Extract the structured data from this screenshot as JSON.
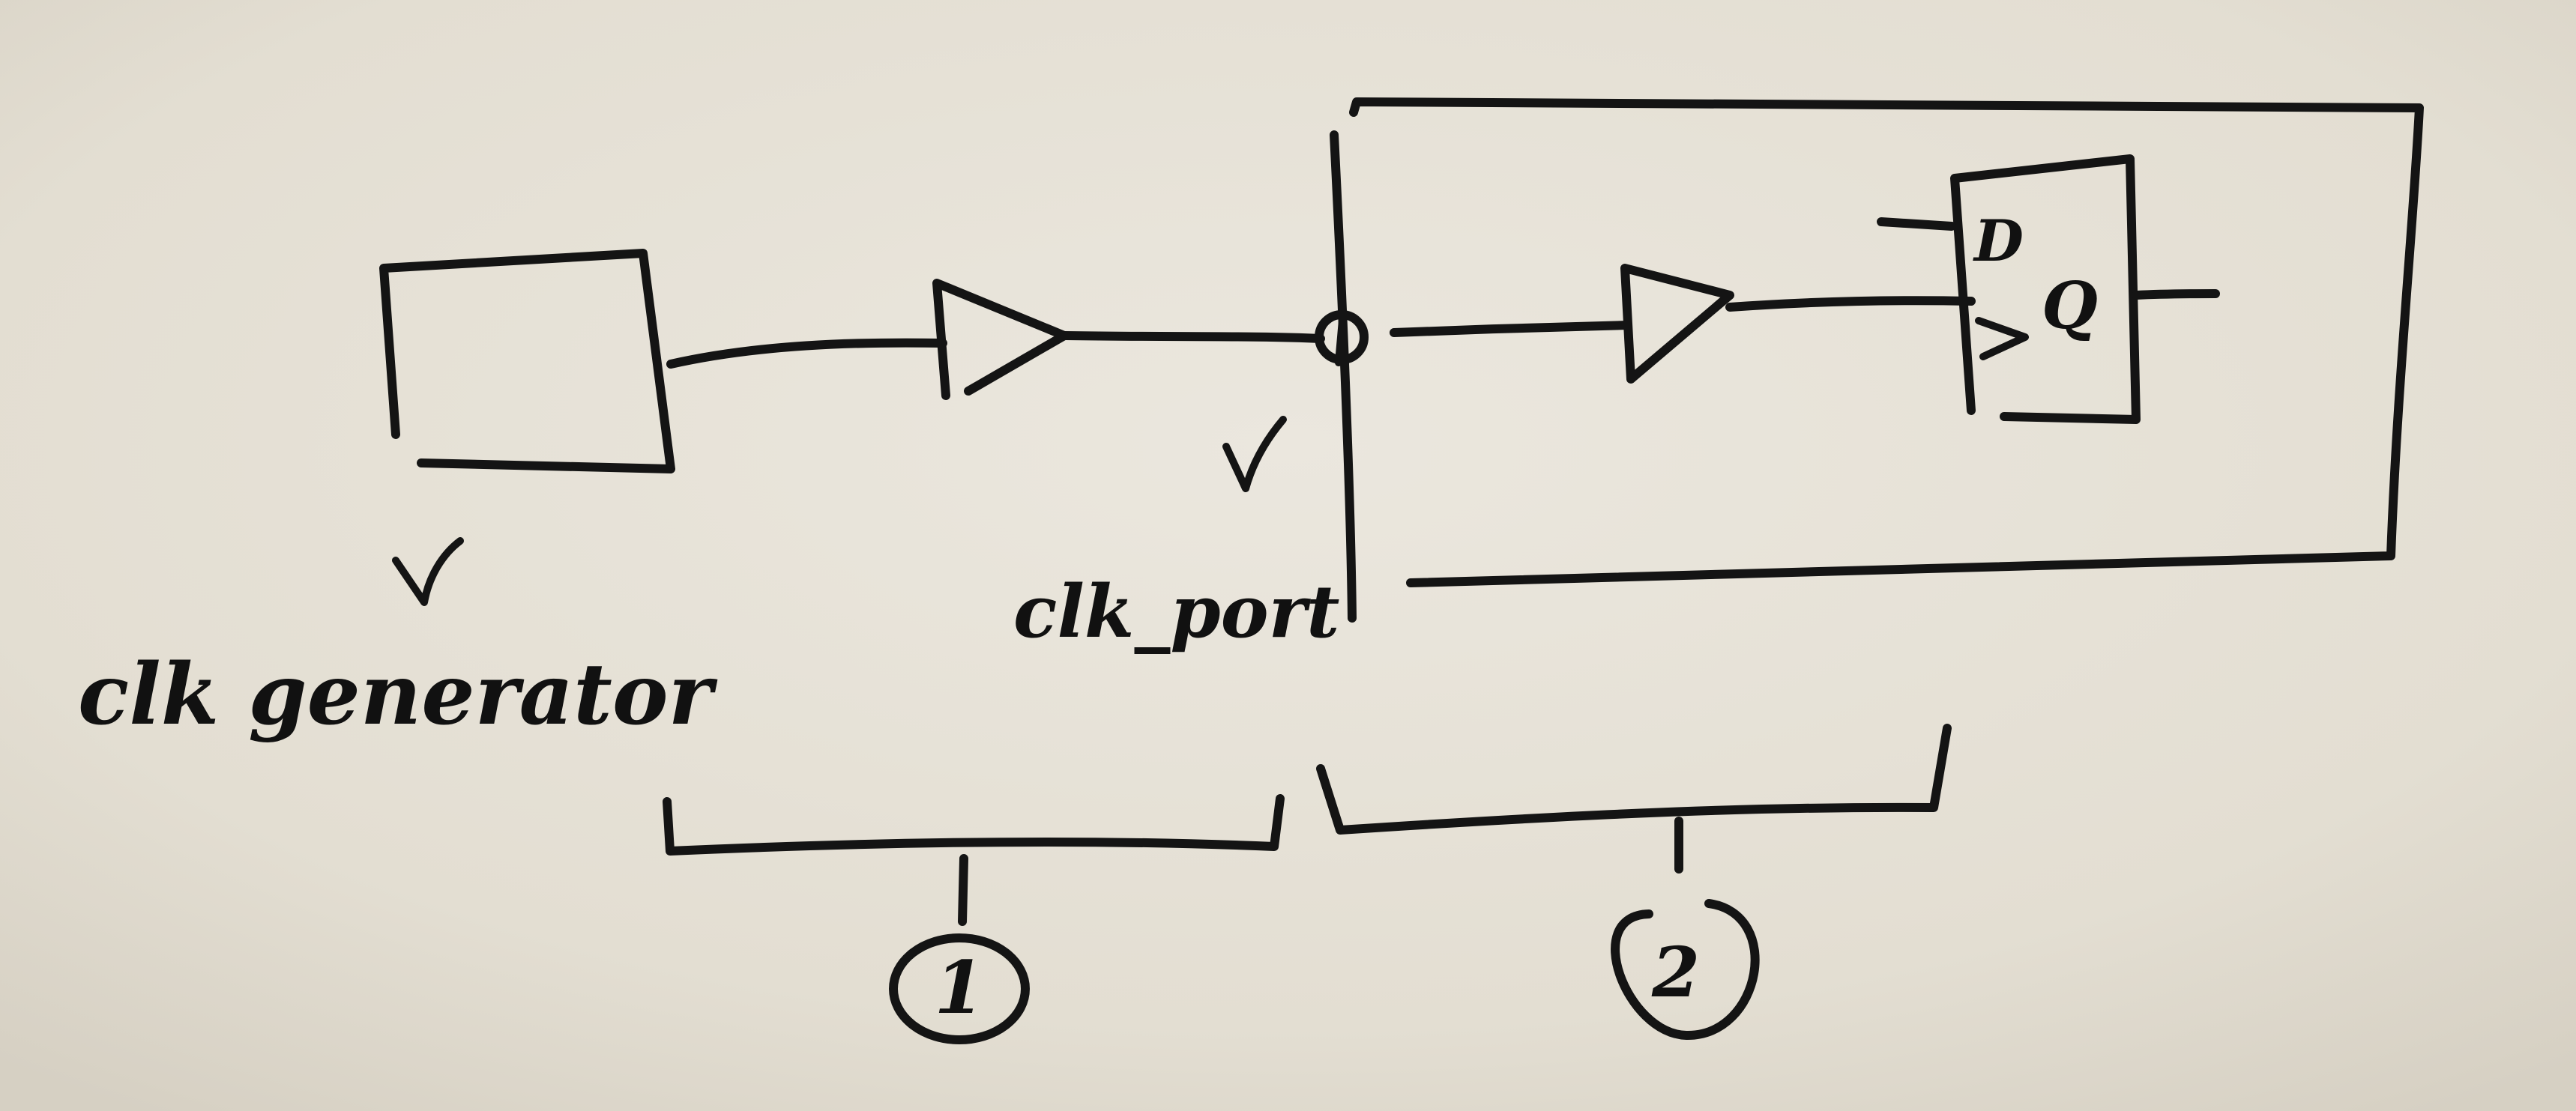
{
  "labels": {
    "generator": "clk generator",
    "port": "clk_port",
    "pin_d": "D",
    "pin_q": "Q",
    "section_1": "1",
    "section_2": "2"
  },
  "colors": {
    "paper": "#e6e1d6",
    "ink": "#141414"
  }
}
